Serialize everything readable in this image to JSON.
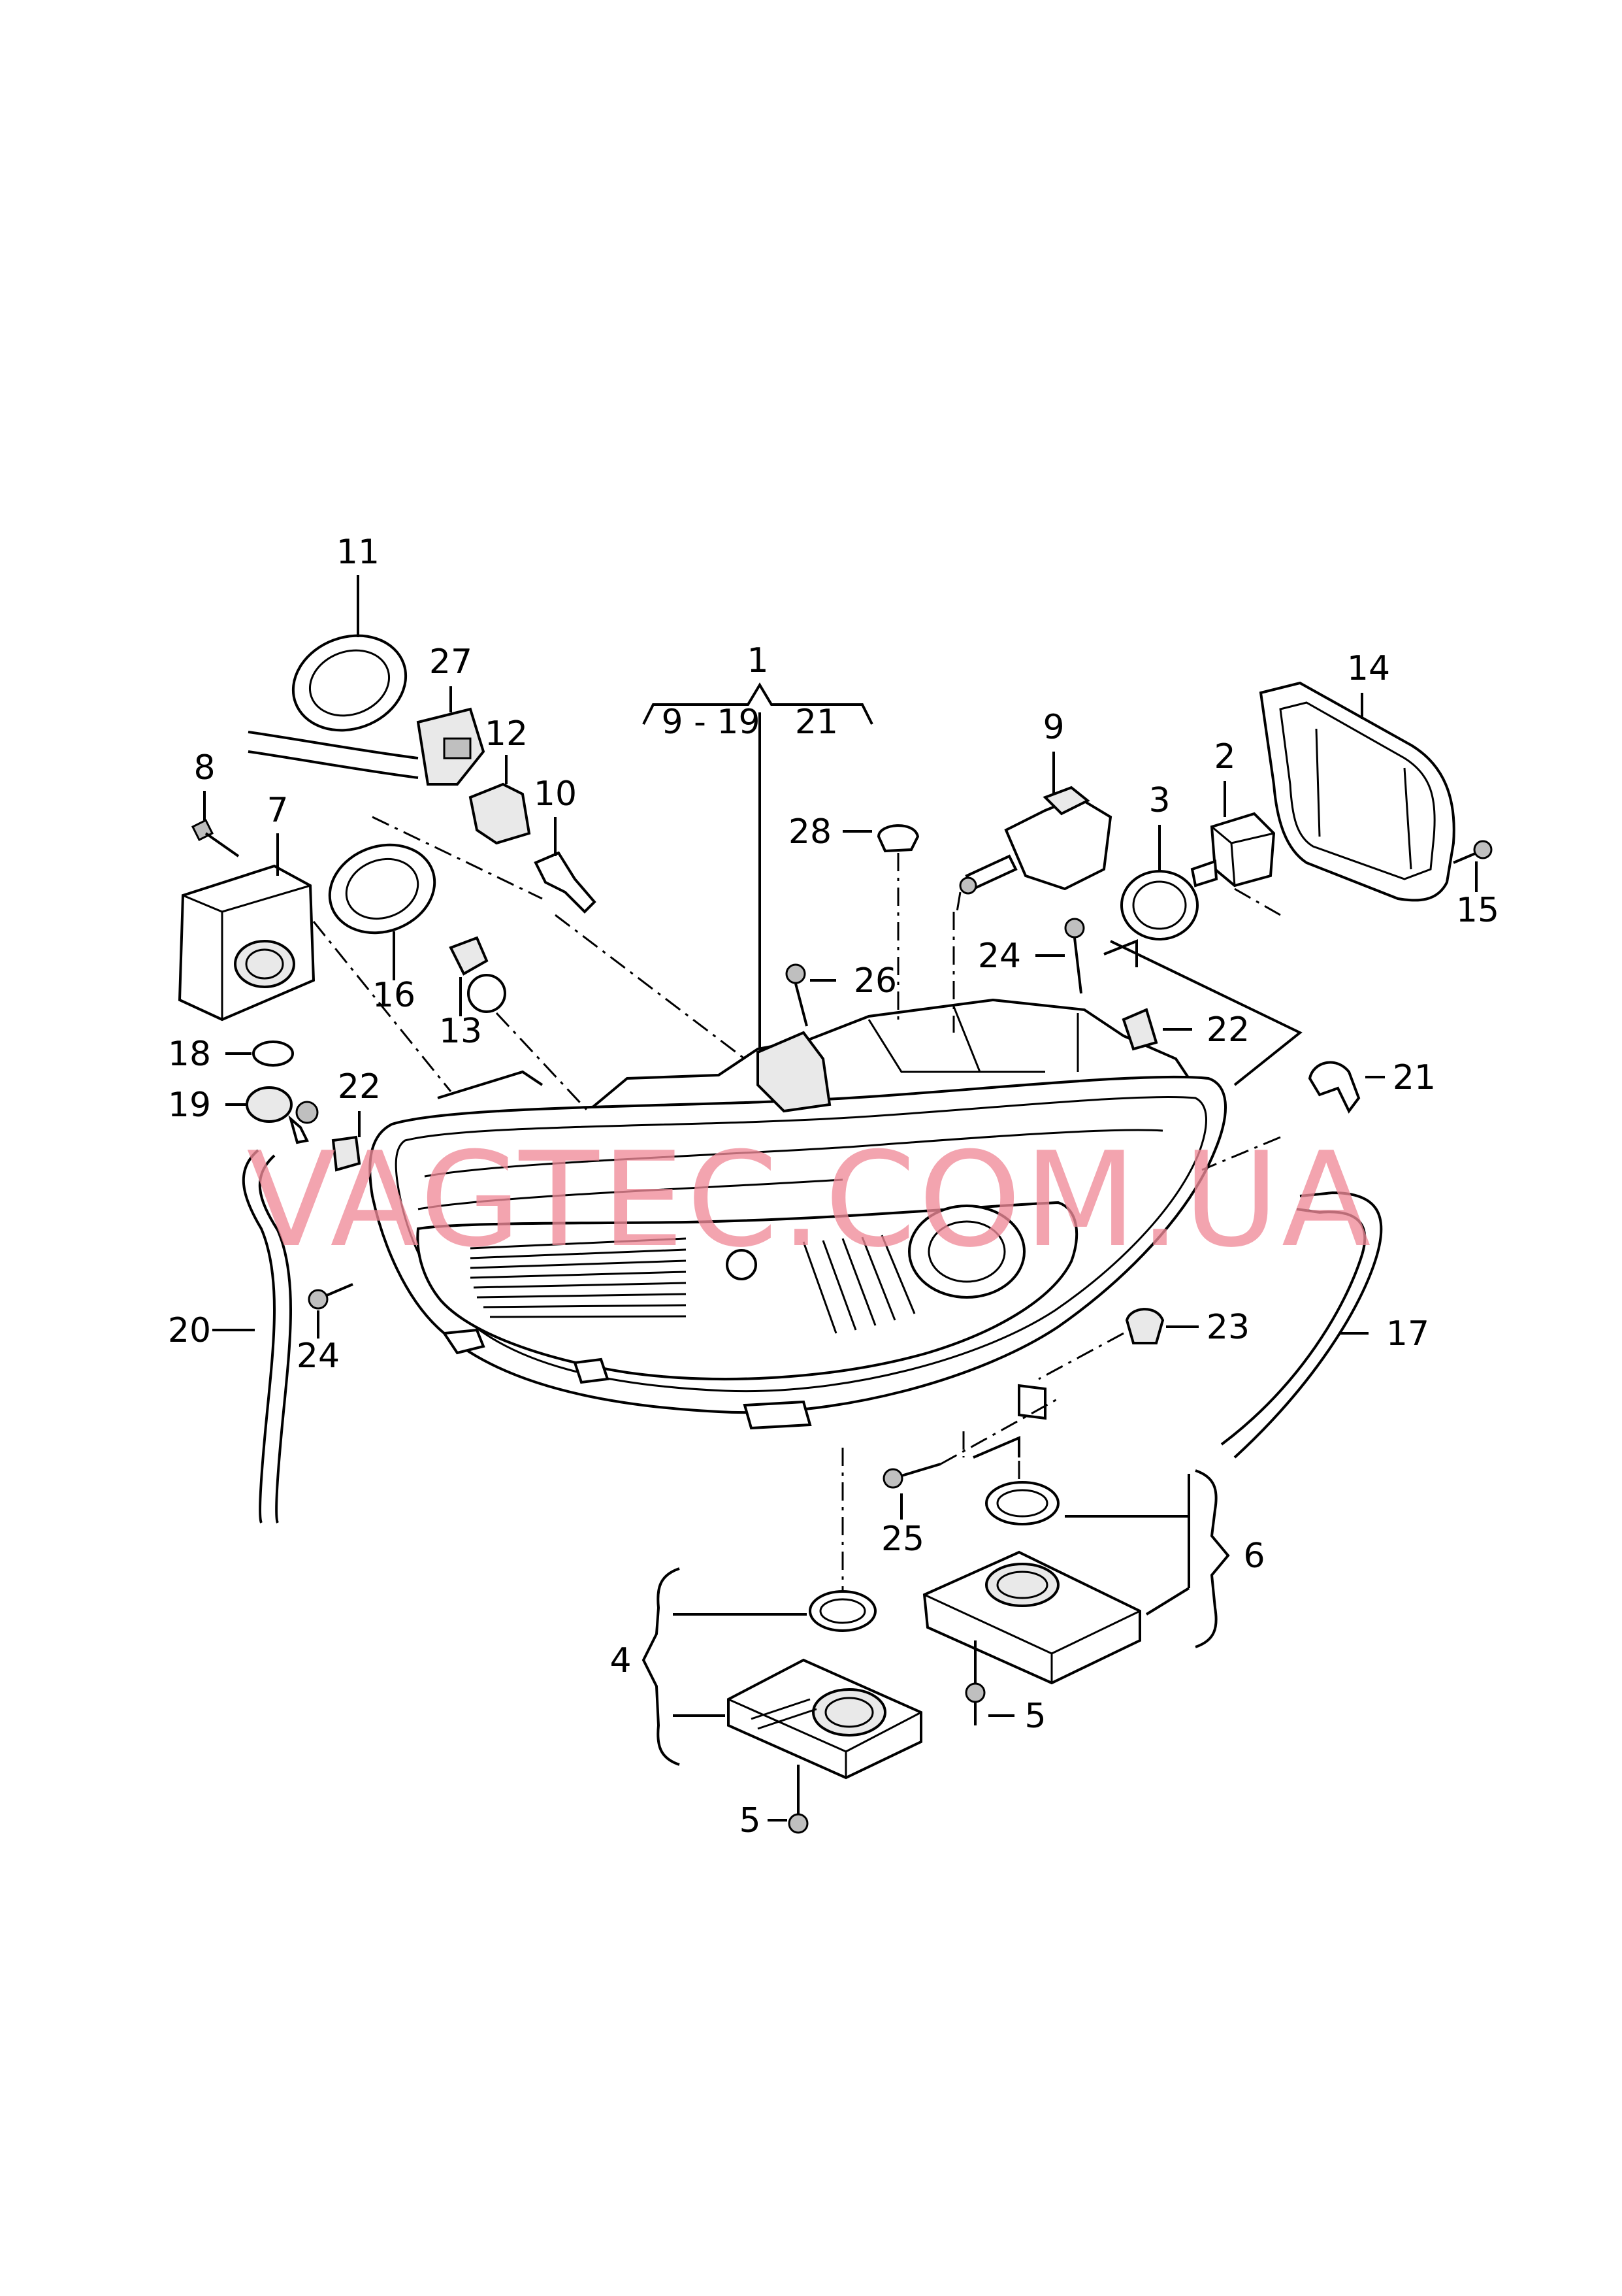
{
  "diagram": {
    "group": {
      "top": "1",
      "left": "9 - 19",
      "right": "21"
    },
    "callouts": {
      "p1": "1",
      "p2": "2",
      "p3": "3",
      "p4": "4",
      "p5a": "5",
      "p5b": "5",
      "p6": "6",
      "p7": "7",
      "p8": "8",
      "p9": "9",
      "p10": "10",
      "p11": "11",
      "p12": "12",
      "p13": "13",
      "p14": "14",
      "p15": "15",
      "p16": "16",
      "p17": "17",
      "p18": "18",
      "p19": "19",
      "p20": "20",
      "p21": "21",
      "p22a": "22",
      "p22b": "22",
      "p23": "23",
      "p24a": "24",
      "p24b": "24",
      "p25": "25",
      "p26": "26",
      "p27": "27",
      "p28": "28"
    },
    "watermark": "VAGTEC.COM.UA"
  }
}
